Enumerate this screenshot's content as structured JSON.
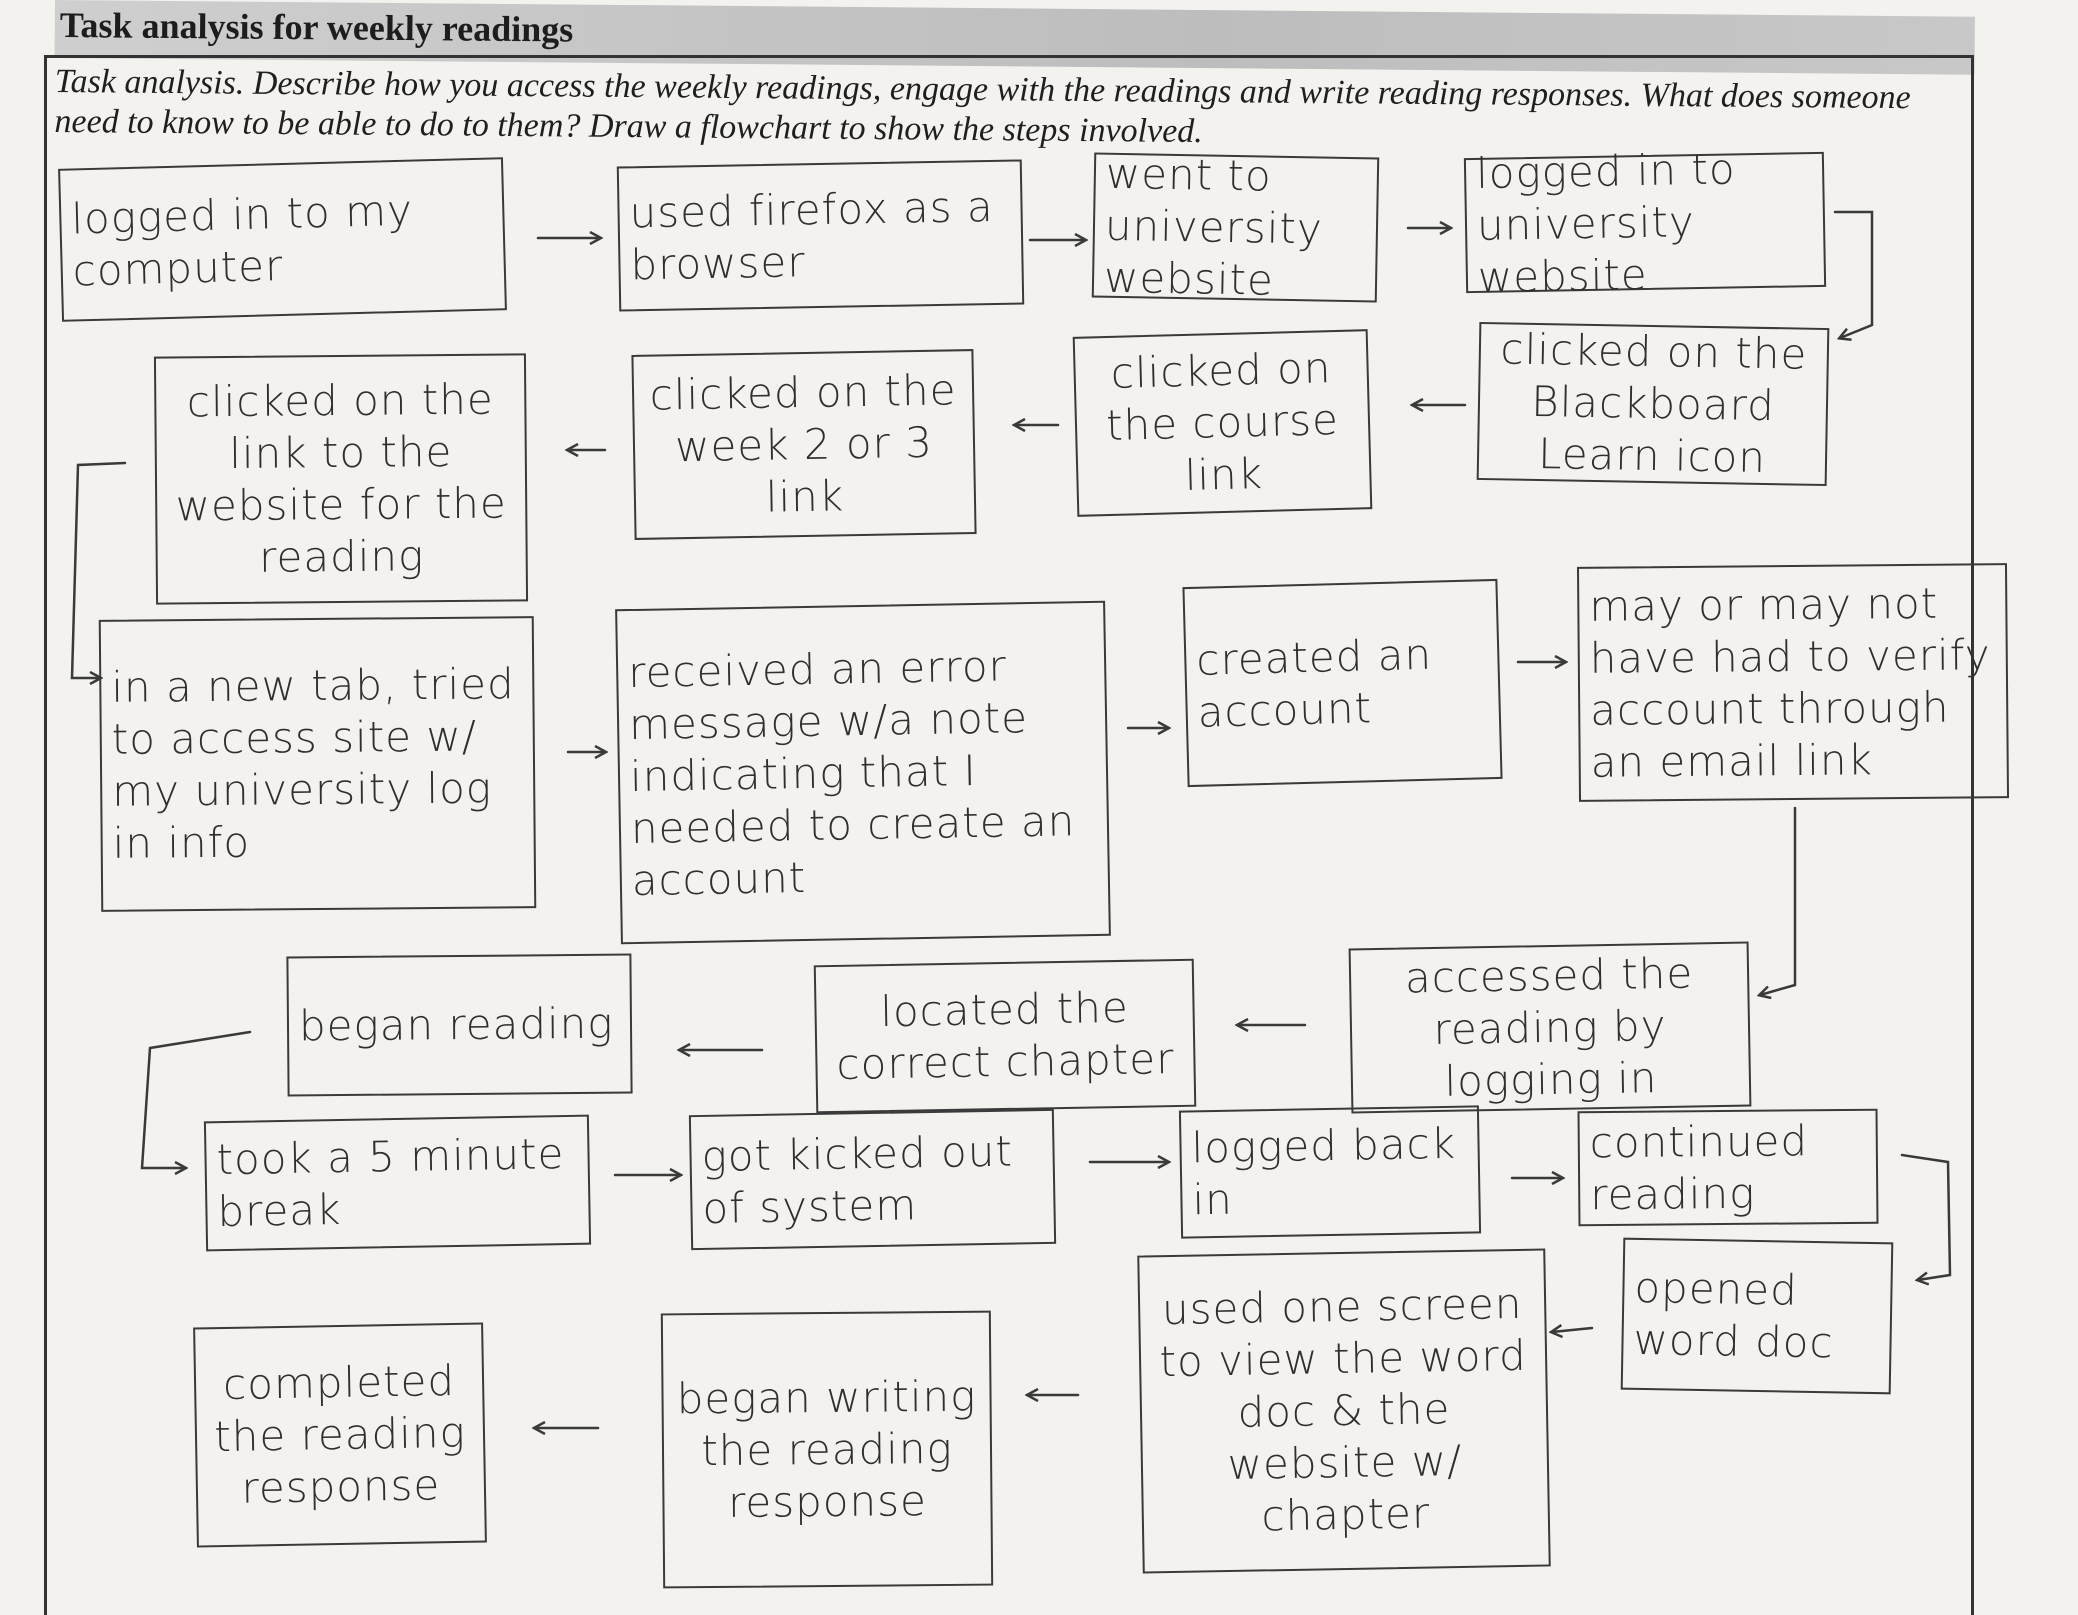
{
  "header": {
    "title": "Task analysis for weekly readings",
    "instructions": "Task analysis. Describe how you access the weekly readings, engage with the readings and write reading responses. What does someone need to know to be able to do to them? Draw a flowchart to show the steps involved."
  },
  "steps": [
    {
      "id": "s1",
      "label": "logged in to my computer"
    },
    {
      "id": "s2",
      "label": "used firefox as a browser"
    },
    {
      "id": "s3",
      "label": "went to university website"
    },
    {
      "id": "s4",
      "label": "logged in to university website"
    },
    {
      "id": "s5",
      "label": "clicked on the Blackboard Learn icon"
    },
    {
      "id": "s6",
      "label": "clicked on the course link"
    },
    {
      "id": "s7",
      "label": "clicked on the week 2 or 3 link"
    },
    {
      "id": "s8",
      "label": "clicked on the link to the website for the reading"
    },
    {
      "id": "s9",
      "label": "in a new tab, tried to access site w/ my university log in info"
    },
    {
      "id": "s10",
      "label": "received an error message w/a note indicating that I needed to create an account"
    },
    {
      "id": "s11",
      "label": "created an account"
    },
    {
      "id": "s12",
      "label": "may or may not have had to verify account through an email link"
    },
    {
      "id": "s13",
      "label": "accessed the reading by logging in"
    },
    {
      "id": "s14",
      "label": "located the correct chapter"
    },
    {
      "id": "s15",
      "label": "began reading"
    },
    {
      "id": "s16",
      "label": "took a 5 minute break"
    },
    {
      "id": "s17",
      "label": "got kicked out of system"
    },
    {
      "id": "s18",
      "label": "logged back in"
    },
    {
      "id": "s19",
      "label": "continued reading"
    },
    {
      "id": "s20",
      "label": "opened word doc"
    },
    {
      "id": "s21",
      "label": "used one screen to view the word doc & the website w/ chapter"
    },
    {
      "id": "s22",
      "label": "began writing the reading response"
    },
    {
      "id": "s23",
      "label": "completed the reading response"
    }
  ]
}
